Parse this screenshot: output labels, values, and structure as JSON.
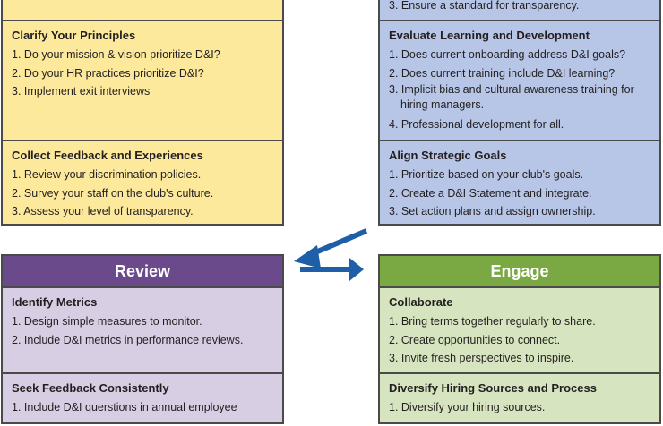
{
  "colors": {
    "yellow": "#fde99c",
    "blue": "#b7c6e6",
    "review_header": "#6a4a8b",
    "engage_header": "#7aa843",
    "arrow": "#1f5fa8"
  },
  "left_top": {
    "sections": [
      {
        "title": "Clarify Your Principles",
        "items": [
          "1. Do your mission & vision prioritize D&I?",
          "2. Do your HR practices prioritize D&I?",
          "3. Implement exit interviews"
        ]
      },
      {
        "title": "Collect Feedback and Experiences",
        "items": [
          "1. Review your discrimination policies.",
          "2. Survey your staff on the club's culture.",
          "3. Assess your level of transparency."
        ]
      }
    ]
  },
  "right_top": {
    "partial_item": "3. Ensure a standard for transparency.",
    "sections": [
      {
        "title": "Evaluate Learning and Development",
        "items": [
          "1. Does current onboarding address D&I goals?",
          "2. Does current training include D&I learning?",
          "3. Implicit bias and cultural awareness training for hiring managers.",
          "4. Professional development for all."
        ]
      },
      {
        "title": "Align Strategic Goals",
        "items": [
          "1. Prioritize based on your club's goals.",
          "2. Create a D&I Statement and integrate.",
          "3. Set action plans and assign ownership."
        ]
      }
    ]
  },
  "review": {
    "title": "Review",
    "sections": [
      {
        "title": "Identify Metrics",
        "items": [
          "1. Design simple measures to monitor.",
          "2. Include D&I metrics in performance reviews."
        ]
      },
      {
        "title": "Seek Feedback Consistently",
        "items": [
          "1. Include D&I querstions in annual employee"
        ]
      }
    ]
  },
  "engage": {
    "title": "Engage",
    "sections": [
      {
        "title": "Collaborate",
        "items": [
          "1. Bring terms together regularly to share.",
          "2. Create opportunities to connect.",
          "3. Invite fresh perspectives to inspire."
        ]
      },
      {
        "title": "Diversify Hiring Sources and Process",
        "items": [
          "1. Diversify your hiring sources."
        ]
      }
    ]
  }
}
